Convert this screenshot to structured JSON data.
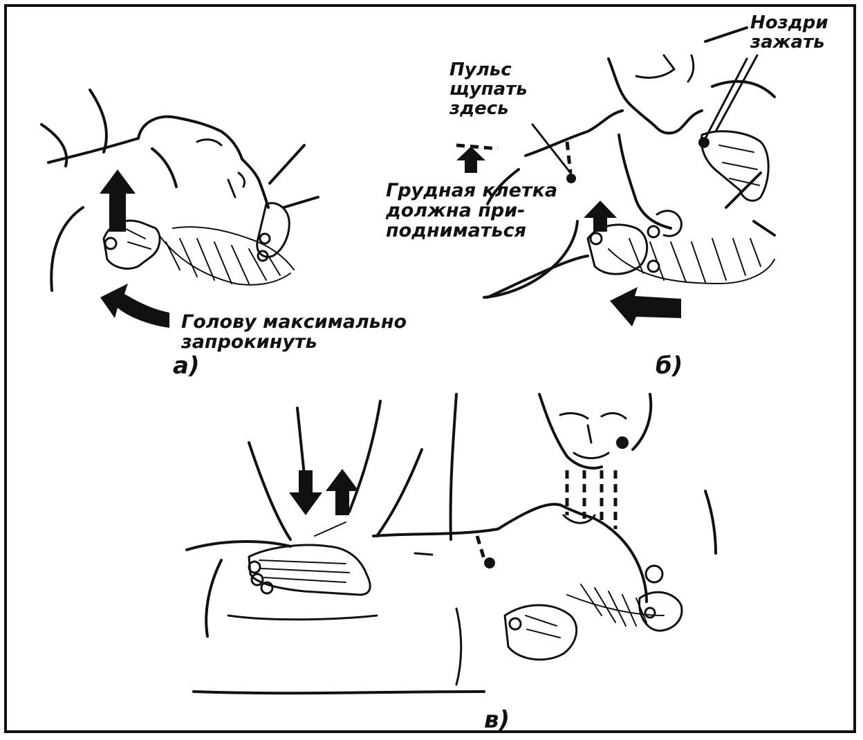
{
  "panels": [
    {
      "letter": "а)",
      "labels": {
        "head_tilt": [
          "Голову максимально",
          "запрокинуть"
        ]
      }
    },
    {
      "letter": "б)",
      "labels": {
        "nostrils": [
          "Ноздри",
          "зажать"
        ],
        "pulse": [
          "Пульс",
          "щупать",
          "здесь"
        ],
        "chest": [
          "Грудная клетка",
          "должна при-",
          "подниматься"
        ]
      }
    },
    {
      "letter": "в)",
      "labels": {}
    }
  ]
}
